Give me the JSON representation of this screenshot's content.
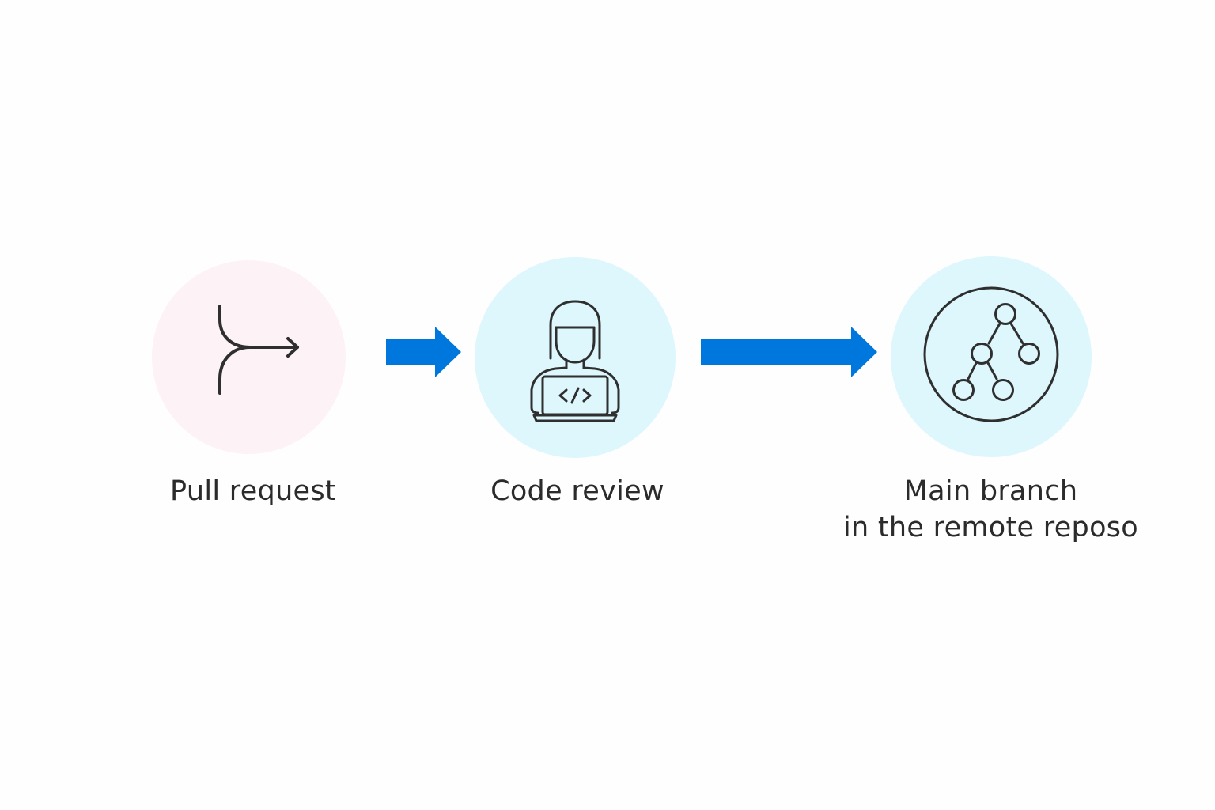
{
  "colors": {
    "background": "#fefefe",
    "pull_request_circle": "#fdf2f6",
    "code_review_circle": "#ddf7fc",
    "main_branch_circle": "#ddf7fc",
    "arrow": "#0077dd",
    "icon_stroke": "#2f2f2f",
    "label_text": "#2b2b2b"
  },
  "steps": [
    {
      "id": "pull-request",
      "icon": "merge-arrow-icon",
      "label_lines": [
        "Pull request"
      ]
    },
    {
      "id": "code-review",
      "icon": "developer-laptop-icon",
      "label_lines": [
        "Code review"
      ]
    },
    {
      "id": "main-branch",
      "icon": "branch-tree-icon",
      "label_lines": [
        "Main branch",
        "in the remote reposo"
      ]
    }
  ],
  "connectors": [
    {
      "from": "pull-request",
      "to": "code-review",
      "icon": "right-arrow-icon"
    },
    {
      "from": "code-review",
      "to": "main-branch",
      "icon": "right-arrow-icon"
    }
  ]
}
